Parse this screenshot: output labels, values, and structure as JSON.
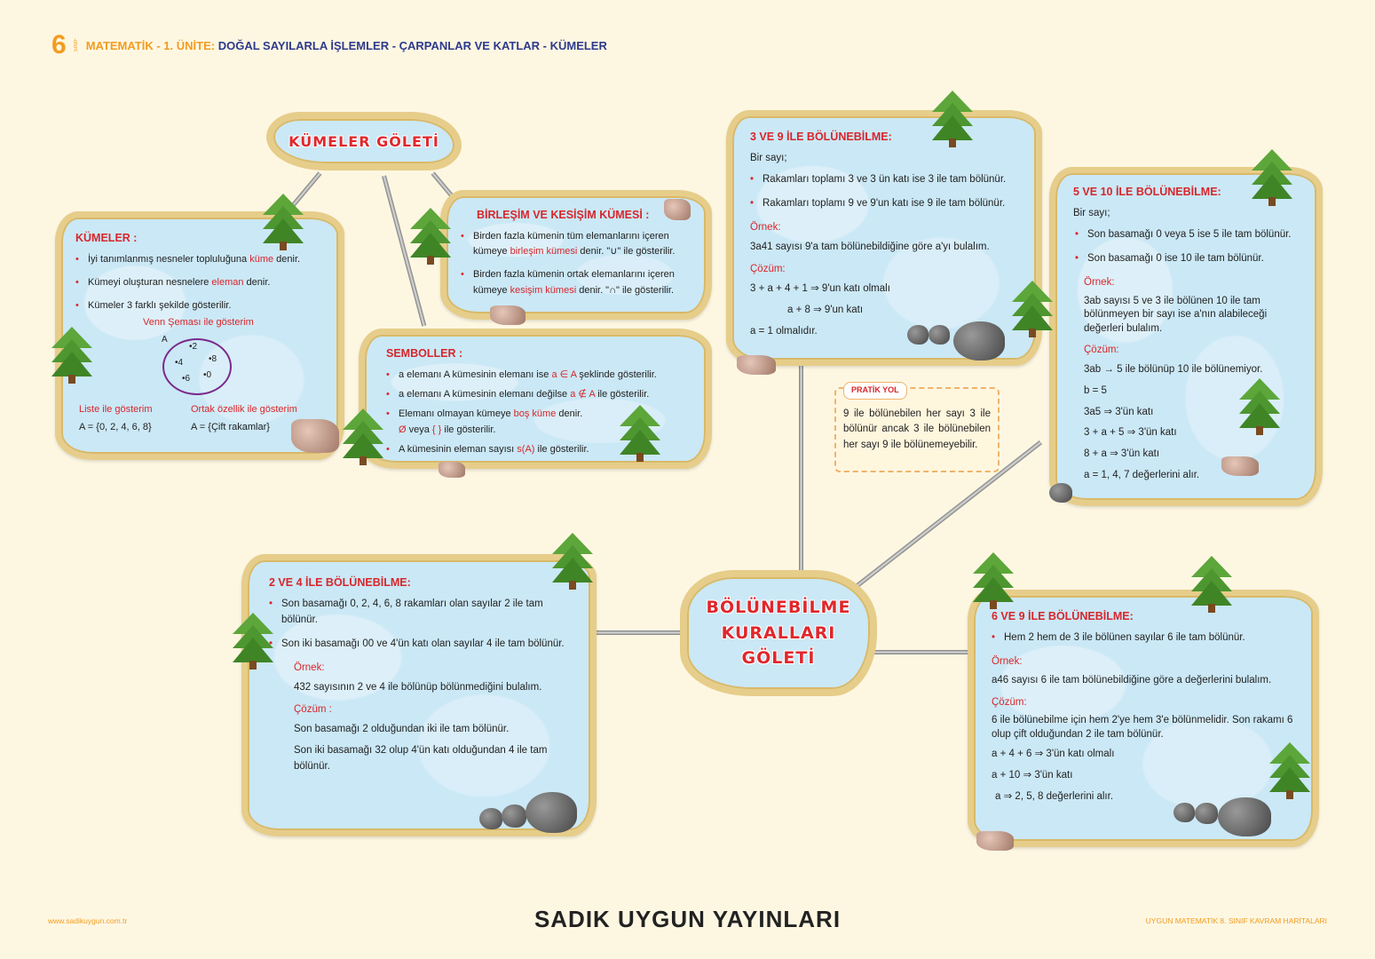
{
  "header": {
    "grade": "6",
    "grade_sub": "SINIF",
    "subject": "MATEMATİK - 1. ÜNİTE:",
    "topic": "DOĞAL SAYILARLA İŞLEMLER - ÇARPANLAR VE KATLAR - KÜMELER"
  },
  "kumeler_title": "KÜMELER GÖLETİ",
  "kumeler": {
    "title": "KÜMELER :",
    "b1_pre": "İyi tanımlanmış nesneler topluluğuna ",
    "b1_red": "küme",
    "b1_post": " denir.",
    "b2_pre": "Kümeyi oluşturan nesnelere ",
    "b2_red": "eleman",
    "b2_post": " denir.",
    "b3": "Kümeler 3 farklı şekilde gösterilir.",
    "venn_label": "Venn Şeması ile gösterim",
    "venn_name": "A",
    "venn_items": [
      "2",
      "4",
      "8",
      "6",
      "0"
    ],
    "list_label": "Liste ile gösterim",
    "list_value": "A = {0, 2, 4, 6, 8}",
    "prop_label": "Ortak özellik ile gösterim",
    "prop_value": "A = {Çift rakamlar}"
  },
  "birlesim": {
    "title": "BİRLEŞİM VE KESİŞİM KÜMESİ :",
    "b1_a": "Birden fazla kümenin tüm elemanlarını içeren kümeye ",
    "b1_red": "birleşim kümesi",
    "b1_b": " denir.  \"∪\" ile gösterilir.",
    "b2_a": "Birden fazla kümenin ortak elemanlarını içeren kümeye ",
    "b2_red": "kesişim kümesi",
    "b2_b": " denir.  \"∩\" ile gösterilir."
  },
  "semboller": {
    "title": "SEMBOLLER :",
    "b1_a": "a elemanı A kümesinin elemanı ise ",
    "b1_red": "a ∈ A",
    "b1_b": " şeklinde gösterilir.",
    "b2_a": "a elemanı A kümesinin elemanı değilse ",
    "b2_red": "a ∉ A",
    "b2_b": " ile gösterilir.",
    "b3_a": "Elemanı olmayan kümeye ",
    "b3_red": "boş küme",
    "b3_b": " denir.",
    "b3_c_red1": "Ø",
    "b3_c_mid": " veya ",
    "b3_c_red2": "{  }",
    "b3_c_end": " ile gösterilir.",
    "b4_a": "A kümesinin eleman sayısı ",
    "b4_red": "s(A)",
    "b4_b": " ile gösterilir."
  },
  "bol39": {
    "title": "3 VE 9 İLE BÖLÜNEBİLME:",
    "intro": "Bir sayı;",
    "b1": "Rakamları toplamı 3 ve 3 ün katı ise 3 ile tam bölünür.",
    "b2": "Rakamları toplamı 9 ve 9'un katı ise 9 ile tam bölünür.",
    "ornek": "Örnek:",
    "ornek_text": "3a41 sayısı 9'a tam bölünebildiğine göre a'yı bulalım.",
    "cozum": "Çözüm:",
    "l1": "3 + a + 4 + 1  ⇒  9'un katı olmalı",
    "l2": "a + 8  ⇒  9'un katı",
    "l3": "a = 1  olmalıdır."
  },
  "bol510": {
    "title": "5 VE 10 İLE BÖLÜNEBİLME:",
    "intro": "Bir sayı;",
    "b1": "Son basamağı 0 veya 5 ise 5 ile tam bölünür.",
    "b2": "Son basamağı 0 ise 10 ile tam bölünür.",
    "ornek": "Örnek:",
    "ornek_text": "3ab sayısı 5 ve 3 ile bölünen 10 ile tam bölünmeyen bir sayı ise a'nın alabileceği değerleri bulalım.",
    "cozum": "Çözüm:",
    "l1": "3ab → 5  ile bölünüp 10 ile bölünemiyor.",
    "l2": "b = 5",
    "l3": "3a5  ⇒  3'ün katı",
    "l4": "3 + a + 5  ⇒  3'ün katı",
    "l5": "8 + a  ⇒  3'ün katı",
    "l6": "a = 1, 4, 7  değerlerini alır."
  },
  "pratik": {
    "tag": "PRATİK YOL",
    "text": "9 ile bölünebilen her sayı 3 ile bölünür ancak 3 ile bölünebilen her sayı 9 ile bölünemeyebilir."
  },
  "bol24": {
    "title": "2 VE 4 İLE BÖLÜNEBİLME:",
    "b1": "Son basamağı 0, 2, 4, 6, 8 rakamları olan sayılar 2 ile tam bölünür.",
    "b2": "Son iki basamağı 00 ve 4'ün katı olan sayılar 4 ile tam bölünür.",
    "ornek": "Örnek:",
    "ornek_text": "432 sayısının 2 ve 4 ile bölünüp bölünmediğini bulalım.",
    "cozum": "Çözüm :",
    "l1": "Son basamağı 2 olduğundan iki ile tam bölünür.",
    "l2": "Son iki basamağı 32 olup 4'ün katı olduğundan 4 ile tam bölünür."
  },
  "center_title": [
    "BÖLÜNEBİLME",
    "KURALLARI",
    "GÖLETİ"
  ],
  "bol69": {
    "title": "6 VE 9 İLE BÖLÜNEBİLME:",
    "b1": "Hem 2 hem de 3 ile bölünen sayılar 6 ile tam bölünür.",
    "ornek": "Örnek:",
    "ornek_text": "a46 sayısı 6 ile tam bölünebildiğine göre a değerlerini bulalım.",
    "cozum": "Çözüm:",
    "l1": "6 ile bölünebilme için hem 2'ye hem 3'e bölünmelidir. Son rakamı 6 olup çift olduğundan 2 ile tam bölünür.",
    "l2": "a + 4 + 6  ⇒  3'ün katı olmalı",
    "l3": "a + 10  ⇒  3'ün katı",
    "l4": "a  ⇒  2, 5, 8  değerlerini alır."
  },
  "footer": {
    "left": "www.sadikuygun.com.tr",
    "center": "SADIK  UYGUN  YAYINLARI",
    "right": "UYGUN MATEMATİK 8. SINIF KAVRAM HARİTALARI"
  }
}
